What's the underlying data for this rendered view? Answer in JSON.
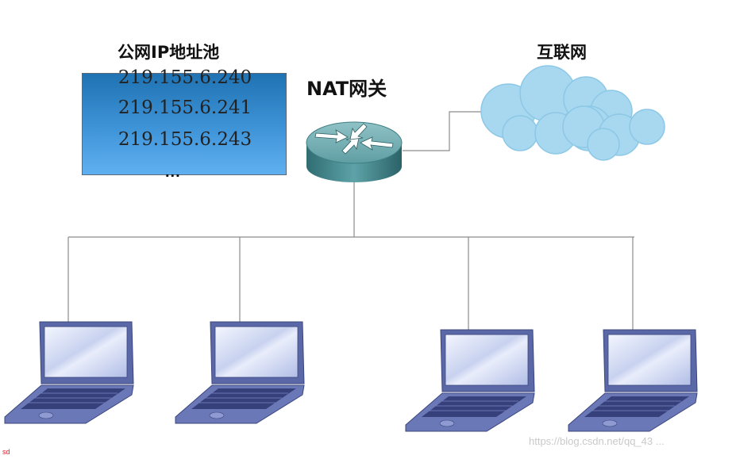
{
  "ip_pool": {
    "title": "公网IP地址池",
    "addresses": [
      "219.155.6.240",
      "219.155.6.241",
      "219.155.6.243"
    ],
    "more": "..."
  },
  "gateway": {
    "title": "NAT网关",
    "icon": "router-icon"
  },
  "internet": {
    "title": "互联网",
    "icon": "cloud-icon"
  },
  "hosts": [
    {
      "icon": "laptop-icon"
    },
    {
      "icon": "laptop-icon"
    },
    {
      "icon": "laptop-icon"
    },
    {
      "icon": "laptop-icon"
    }
  ],
  "watermark": "https://blog.csdn.net/qq_43 ...",
  "corner_mark": "sd",
  "colors": {
    "pool_fill_top": "#1f73b3",
    "pool_fill_bottom": "#5fb0f0",
    "cloud": "#a8d8f0",
    "router": "#4f8f95",
    "laptop_frame": "#5a68a8",
    "line": "#8c8c8c"
  }
}
